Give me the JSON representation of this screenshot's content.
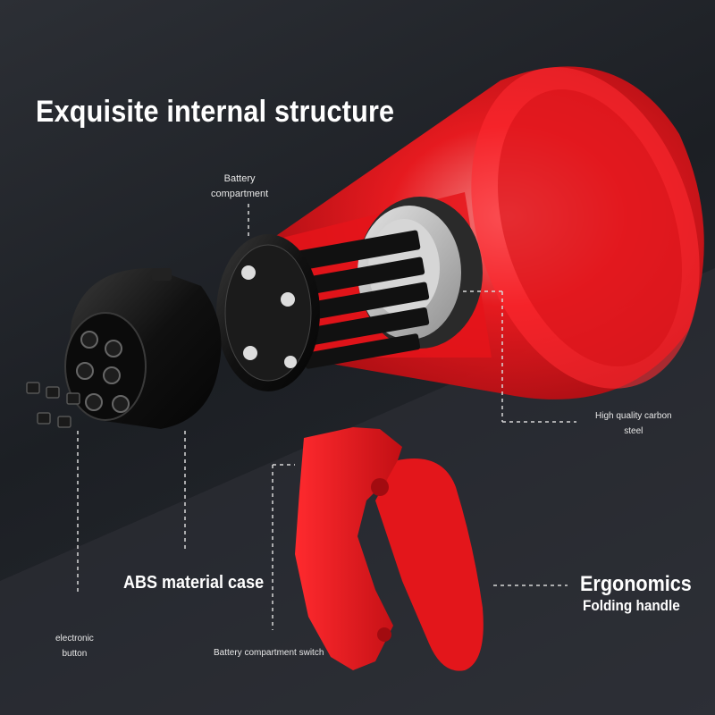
{
  "title": "Exquisite internal structure",
  "labels": {
    "battery_compartment_line1": "Battery",
    "battery_compartment_line2": "compartment",
    "carbon_steel_line1": "High quality carbon",
    "carbon_steel_line2": "steel",
    "abs_case": "ABS material case",
    "ergonomics": "Ergonomics",
    "folding_handle": "Folding handle",
    "electronic_button_line1": "electronic",
    "electronic_button_line2": "button",
    "battery_switch": "Battery compartment switch"
  },
  "colors": {
    "horn_red": "#e8141a",
    "case_black": "#151515",
    "background_dark": "#22252a"
  }
}
